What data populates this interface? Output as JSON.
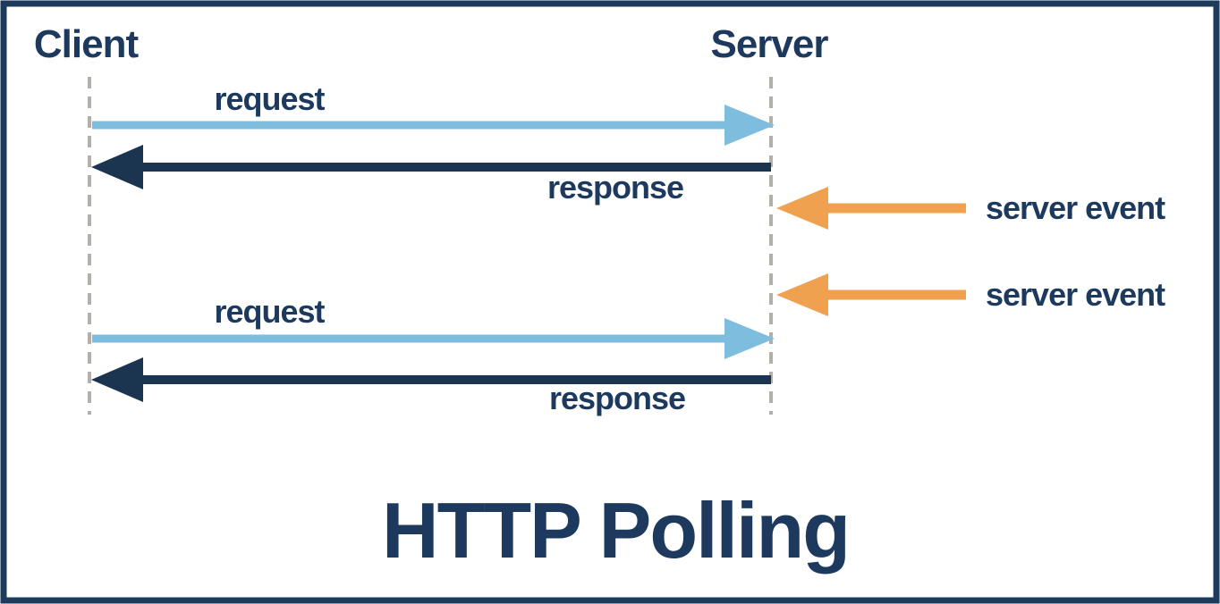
{
  "diagram": {
    "title": "HTTP Polling",
    "actors": {
      "client": "Client",
      "server": "Server"
    },
    "messages": [
      {
        "label": "request",
        "type": "request",
        "from": "Client",
        "to": "Server"
      },
      {
        "label": "response",
        "type": "response",
        "from": "Server",
        "to": "Client"
      },
      {
        "label": "server event",
        "type": "server-event",
        "to": "Server"
      },
      {
        "label": "server event",
        "type": "server-event",
        "to": "Server"
      },
      {
        "label": "request",
        "type": "request",
        "from": "Client",
        "to": "Server"
      },
      {
        "label": "response",
        "type": "response",
        "from": "Server",
        "to": "Client"
      }
    ],
    "colors": {
      "request_arrow": "#7fbddf",
      "response_arrow": "#1b3450",
      "server_event_arrow": "#f0a150",
      "border": "#1c3a5c",
      "lifeline": "#b3b0ac",
      "text": "#1d3a5e",
      "background": "#ffffff"
    }
  }
}
